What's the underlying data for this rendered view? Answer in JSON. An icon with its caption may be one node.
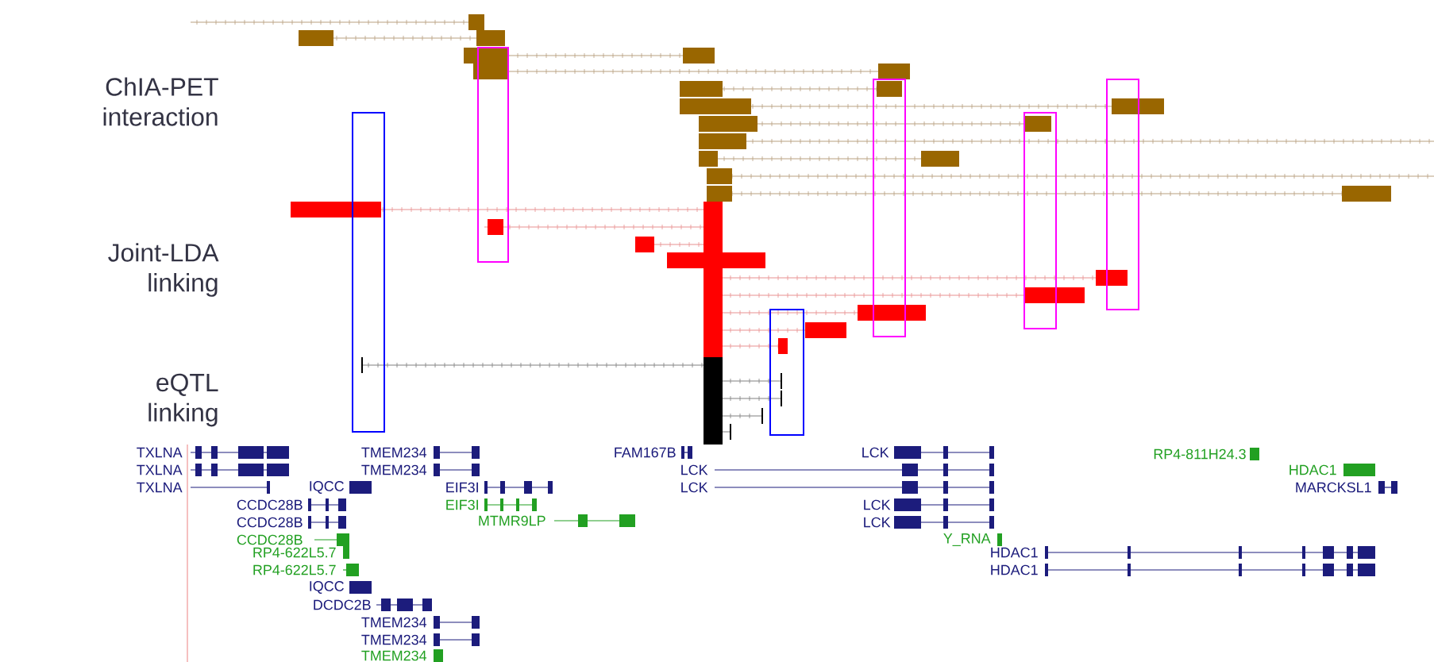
{
  "diagram": {
    "labels": [
      "ChIA-PET interaction",
      "Joint-LDA linking",
      "eQTL linking",
      "TXLNA",
      "TMEM234",
      "FAM167B",
      "LCK",
      "RP4-811H24.3",
      "TXLNA",
      "TMEM234",
      "LCK",
      "HDAC1",
      "TXLNA",
      "IQCC",
      "EIF3I",
      "LCK",
      "MARCKSL1",
      "CCDC28B",
      "EIF3I",
      "LCK",
      "CCDC28B",
      "MTMR9LP",
      "LCK",
      "CCDC28B",
      "Y_RNA",
      "RP4-622L5.7",
      "HDAC1",
      "RP4-622L5.7",
      "HDAC1",
      "IQCC",
      "DCDC2B",
      "TMEM234",
      "TMEM234",
      "TMEM234"
    ]
  }
}
